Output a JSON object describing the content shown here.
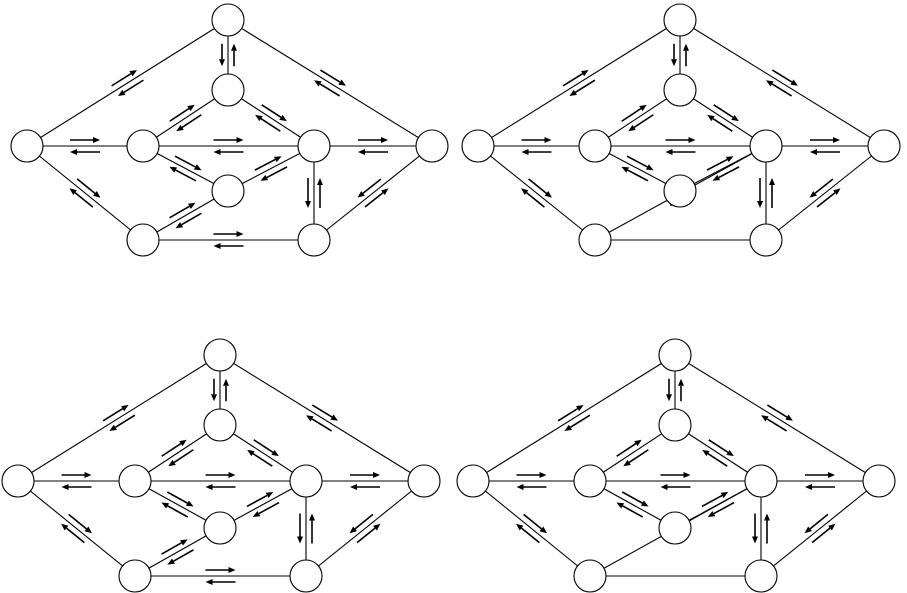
{
  "diagram": {
    "panel_count": 4,
    "node_ids": [
      "top",
      "left",
      "inner_left",
      "inner_top",
      "inner_mid",
      "inner_right",
      "right",
      "bottom_left",
      "bottom_right"
    ],
    "edges": [
      [
        "top",
        "left"
      ],
      [
        "top",
        "right"
      ],
      [
        "top",
        "inner_top"
      ],
      [
        "left",
        "inner_left"
      ],
      [
        "left",
        "bottom_left"
      ],
      [
        "inner_left",
        "inner_top"
      ],
      [
        "inner_left",
        "inner_right"
      ],
      [
        "inner_left",
        "inner_mid"
      ],
      [
        "inner_top",
        "inner_right"
      ],
      [
        "inner_mid",
        "inner_right"
      ],
      [
        "inner_right",
        "right"
      ],
      [
        "inner_right",
        "bottom_right"
      ],
      [
        "right",
        "bottom_right"
      ],
      [
        "bottom_left",
        "bottom_right"
      ],
      [
        "bottom_left",
        "inner_mid"
      ],
      [
        "inner_right",
        "bottom_left"
      ]
    ],
    "panels": [
      {
        "panel": "top-left",
        "edges_present": [
          "top-left",
          "top-right",
          "top-inner_top",
          "left-inner_left",
          "left-bottom_left",
          "inner_left-inner_top",
          "inner_left-inner_right",
          "inner_left-inner_mid",
          "inner_top-inner_right",
          "inner_mid-inner_right",
          "inner_right-right",
          "inner_right-bottom_right",
          "right-bottom_right",
          "bottom_left-bottom_right",
          "bottom_left-inner_mid"
        ],
        "flows": [
          {
            "edge": "top-inner_top",
            "directions": [
              "down",
              "up"
            ]
          },
          {
            "edge": "top-left",
            "directions": [
              "to-top",
              "to-left"
            ]
          },
          {
            "edge": "top-right",
            "directions": [
              "to-right",
              "to-top"
            ]
          },
          {
            "edge": "left-inner_left",
            "directions": [
              "forward",
              "backward"
            ]
          },
          {
            "edge": "left-bottom_left",
            "directions": [
              "forward",
              "backward"
            ]
          },
          {
            "edge": "inner_left-inner_top",
            "directions": [
              "forward",
              "backward"
            ]
          },
          {
            "edge": "inner_left-inner_right",
            "directions": [
              "forward",
              "backward"
            ]
          },
          {
            "edge": "inner_left-inner_mid",
            "directions": [
              "forward",
              "backward"
            ]
          },
          {
            "edge": "inner_top-inner_right",
            "directions": [
              "forward",
              "backward"
            ]
          },
          {
            "edge": "inner_mid-inner_right",
            "directions": [
              "forward",
              "backward"
            ]
          },
          {
            "edge": "inner_right-right",
            "directions": [
              "forward",
              "backward"
            ]
          },
          {
            "edge": "inner_right-bottom_right",
            "directions": [
              "down",
              "up"
            ]
          },
          {
            "edge": "right-bottom_right",
            "directions": [
              "forward",
              "backward"
            ]
          },
          {
            "edge": "bottom_left-bottom_right",
            "directions": [
              "forward",
              "backward"
            ]
          },
          {
            "edge": "bottom_left-inner_mid",
            "directions": [
              "forward",
              "backward"
            ]
          }
        ]
      },
      {
        "panel": "top-right",
        "edges_present": [
          "top-left",
          "top-right",
          "top-inner_top",
          "left-inner_left",
          "left-bottom_left",
          "inner_left-inner_top",
          "inner_left-inner_right",
          "inner_left-inner_mid",
          "inner_top-inner_right",
          "inner_mid-inner_right",
          "inner_right-right",
          "inner_right-bottom_right",
          "right-bottom_right",
          "bottom_left-bottom_right",
          "inner_right-bottom_left"
        ],
        "flows": [
          {
            "edge": "top-inner_top",
            "directions": [
              "down",
              "up"
            ]
          },
          {
            "edge": "top-left",
            "directions": [
              "to-top",
              "to-left"
            ]
          },
          {
            "edge": "top-right",
            "directions": [
              "to-right",
              "to-top"
            ]
          },
          {
            "edge": "left-inner_left",
            "directions": [
              "forward",
              "backward"
            ]
          },
          {
            "edge": "left-bottom_left",
            "directions": [
              "forward",
              "backward"
            ]
          },
          {
            "edge": "inner_left-inner_top",
            "directions": [
              "forward",
              "backward"
            ]
          },
          {
            "edge": "inner_left-inner_right",
            "directions": [
              "forward",
              "backward"
            ]
          },
          {
            "edge": "inner_left-inner_mid",
            "directions": [
              "forward",
              "backward"
            ]
          },
          {
            "edge": "inner_top-inner_right",
            "directions": [
              "forward",
              "backward"
            ]
          },
          {
            "edge": "inner_mid-inner_right",
            "directions": [
              "forward",
              "backward"
            ]
          },
          {
            "edge": "inner_right-right",
            "directions": [
              "forward",
              "backward"
            ]
          },
          {
            "edge": "inner_right-bottom_right",
            "directions": [
              "down",
              "up"
            ]
          },
          {
            "edge": "right-bottom_right",
            "directions": [
              "forward",
              "backward"
            ]
          },
          {
            "edge": "inner_right-bottom_left",
            "directions": [
              "backward"
            ]
          }
        ]
      },
      {
        "panel": "bottom-left",
        "edges_present": [
          "top-left",
          "top-right",
          "top-inner_top",
          "left-inner_left",
          "left-bottom_left",
          "inner_left-inner_top",
          "inner_left-inner_right",
          "inner_left-inner_mid",
          "inner_top-inner_right",
          "inner_mid-inner_right",
          "inner_right-right",
          "inner_right-bottom_right",
          "right-bottom_right",
          "bottom_left-bottom_right",
          "bottom_left-inner_mid"
        ],
        "flows": [
          {
            "edge": "top-inner_top",
            "directions": [
              "down",
              "up"
            ]
          },
          {
            "edge": "top-left",
            "directions": [
              "to-top",
              "to-left"
            ]
          },
          {
            "edge": "top-right",
            "directions": [
              "to-right",
              "to-top"
            ]
          },
          {
            "edge": "left-inner_left",
            "directions": [
              "forward",
              "backward"
            ]
          },
          {
            "edge": "left-bottom_left",
            "directions": [
              "forward",
              "backward"
            ]
          },
          {
            "edge": "inner_left-inner_top",
            "directions": [
              "forward",
              "backward"
            ]
          },
          {
            "edge": "inner_left-inner_right",
            "directions": [
              "forward",
              "backward"
            ]
          },
          {
            "edge": "inner_left-inner_mid",
            "directions": [
              "forward",
              "backward"
            ]
          },
          {
            "edge": "inner_top-inner_right",
            "directions": [
              "forward",
              "backward"
            ]
          },
          {
            "edge": "inner_mid-inner_right",
            "directions": [
              "forward",
              "backward"
            ]
          },
          {
            "edge": "inner_right-right",
            "directions": [
              "forward",
              "backward"
            ]
          },
          {
            "edge": "inner_right-bottom_right",
            "directions": [
              "down",
              "up"
            ]
          },
          {
            "edge": "right-bottom_right",
            "directions": [
              "forward",
              "backward"
            ]
          },
          {
            "edge": "bottom_left-bottom_right",
            "directions": [
              "forward",
              "backward"
            ]
          },
          {
            "edge": "bottom_left-inner_mid",
            "directions": [
              "forward",
              "backward"
            ]
          }
        ]
      },
      {
        "panel": "bottom-right",
        "edges_present": [
          "top-left",
          "top-right",
          "top-inner_top",
          "left-inner_left",
          "left-bottom_left",
          "inner_left-inner_top",
          "inner_left-inner_right",
          "inner_left-inner_mid",
          "inner_top-inner_right",
          "inner_mid-inner_right",
          "inner_right-right",
          "inner_right-bottom_right",
          "right-bottom_right",
          "bottom_left-bottom_right",
          "inner_right-bottom_left"
        ],
        "flows": [
          {
            "edge": "top-inner_top",
            "directions": [
              "down",
              "up"
            ]
          },
          {
            "edge": "top-left",
            "directions": [
              "to-top",
              "to-left"
            ]
          },
          {
            "edge": "top-right",
            "directions": [
              "to-right",
              "to-top"
            ]
          },
          {
            "edge": "left-inner_left",
            "directions": [
              "forward",
              "backward"
            ]
          },
          {
            "edge": "left-bottom_left",
            "directions": [
              "forward",
              "backward"
            ]
          },
          {
            "edge": "inner_left-inner_top",
            "directions": [
              "forward",
              "backward"
            ]
          },
          {
            "edge": "inner_left-inner_right",
            "directions": [
              "forward",
              "backward"
            ]
          },
          {
            "edge": "inner_left-inner_mid",
            "directions": [
              "forward",
              "backward"
            ]
          },
          {
            "edge": "inner_top-inner_right",
            "directions": [
              "forward",
              "backward"
            ]
          },
          {
            "edge": "inner_mid-inner_right",
            "directions": [
              "forward",
              "backward"
            ]
          },
          {
            "edge": "inner_right-right",
            "directions": [
              "forward",
              "backward"
            ]
          },
          {
            "edge": "inner_right-bottom_right",
            "directions": [
              "down",
              "up"
            ]
          },
          {
            "edge": "right-bottom_right",
            "directions": [
              "forward",
              "backward"
            ]
          },
          {
            "edge": "inner_right-bottom_left",
            "directions": [
              "backward"
            ]
          }
        ]
      }
    ],
    "colors": {
      "line": "#000000",
      "node_fill": "#ffffff",
      "background": "#ffffff"
    }
  }
}
